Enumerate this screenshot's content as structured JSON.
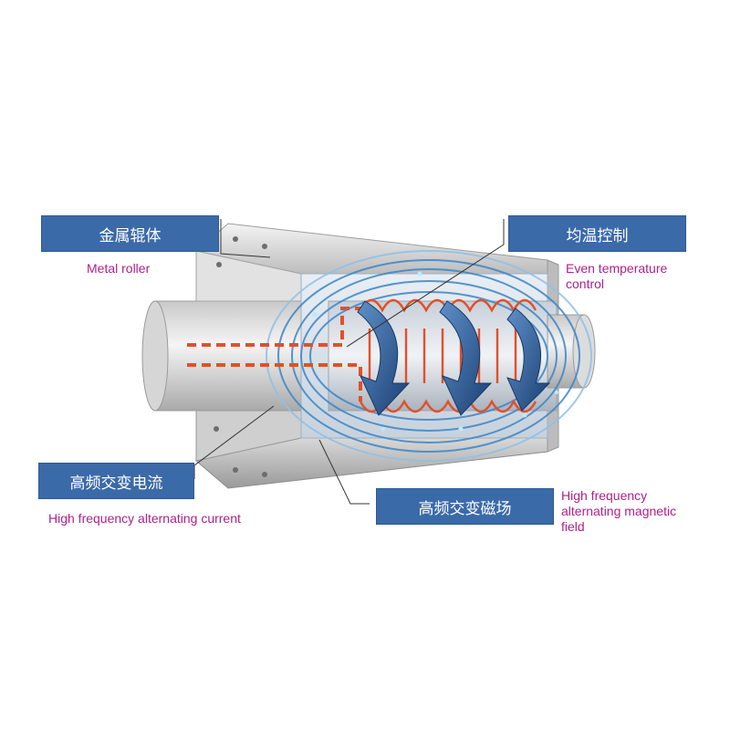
{
  "labels": {
    "metal_roller": {
      "zh": "金属辊体",
      "en": "Metal roller"
    },
    "even_temperature": {
      "zh": "均温控制",
      "en_line1": "Even temperature",
      "en_line2": "control"
    },
    "hf_current": {
      "zh": "高频交变电流",
      "en": "High frequency alternating current"
    },
    "hf_magnetic": {
      "zh": "高频交变磁场",
      "en_line1": "High frequency",
      "en_line2": "alternating magnetic",
      "en_line3": "field"
    }
  },
  "colors": {
    "label_box": "#3b6aa8",
    "english_text": "#b0208a",
    "heating_coil": "#e0502a",
    "field_lines": "#3a86c8",
    "arrow": "#1f4f88"
  }
}
